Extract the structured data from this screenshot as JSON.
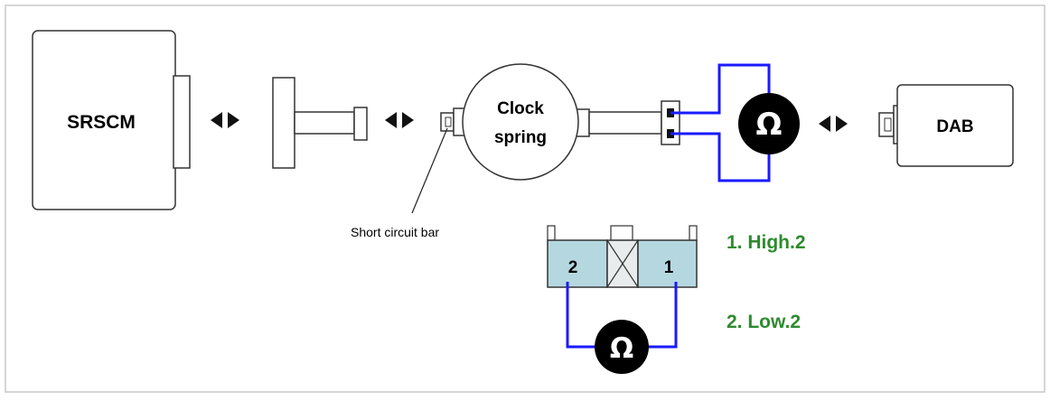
{
  "components": {
    "srscm": "SRSCM",
    "clock_spring_line1": "Clock",
    "clock_spring_line2": "spring",
    "dab": "DAB"
  },
  "annotations": {
    "short_circuit_bar": "Short circuit bar"
  },
  "connector_pins": {
    "left": "2",
    "right": "1"
  },
  "measurement_steps": [
    {
      "text": "1. High.2"
    },
    {
      "text": "2. Low.2"
    }
  ],
  "meter_symbol": "Ω",
  "colors": {
    "wire": "#1a1aff",
    "step_text": "#2e8b2e",
    "connector_fill": "#b5d8e0",
    "meter_fill": "#000000"
  }
}
